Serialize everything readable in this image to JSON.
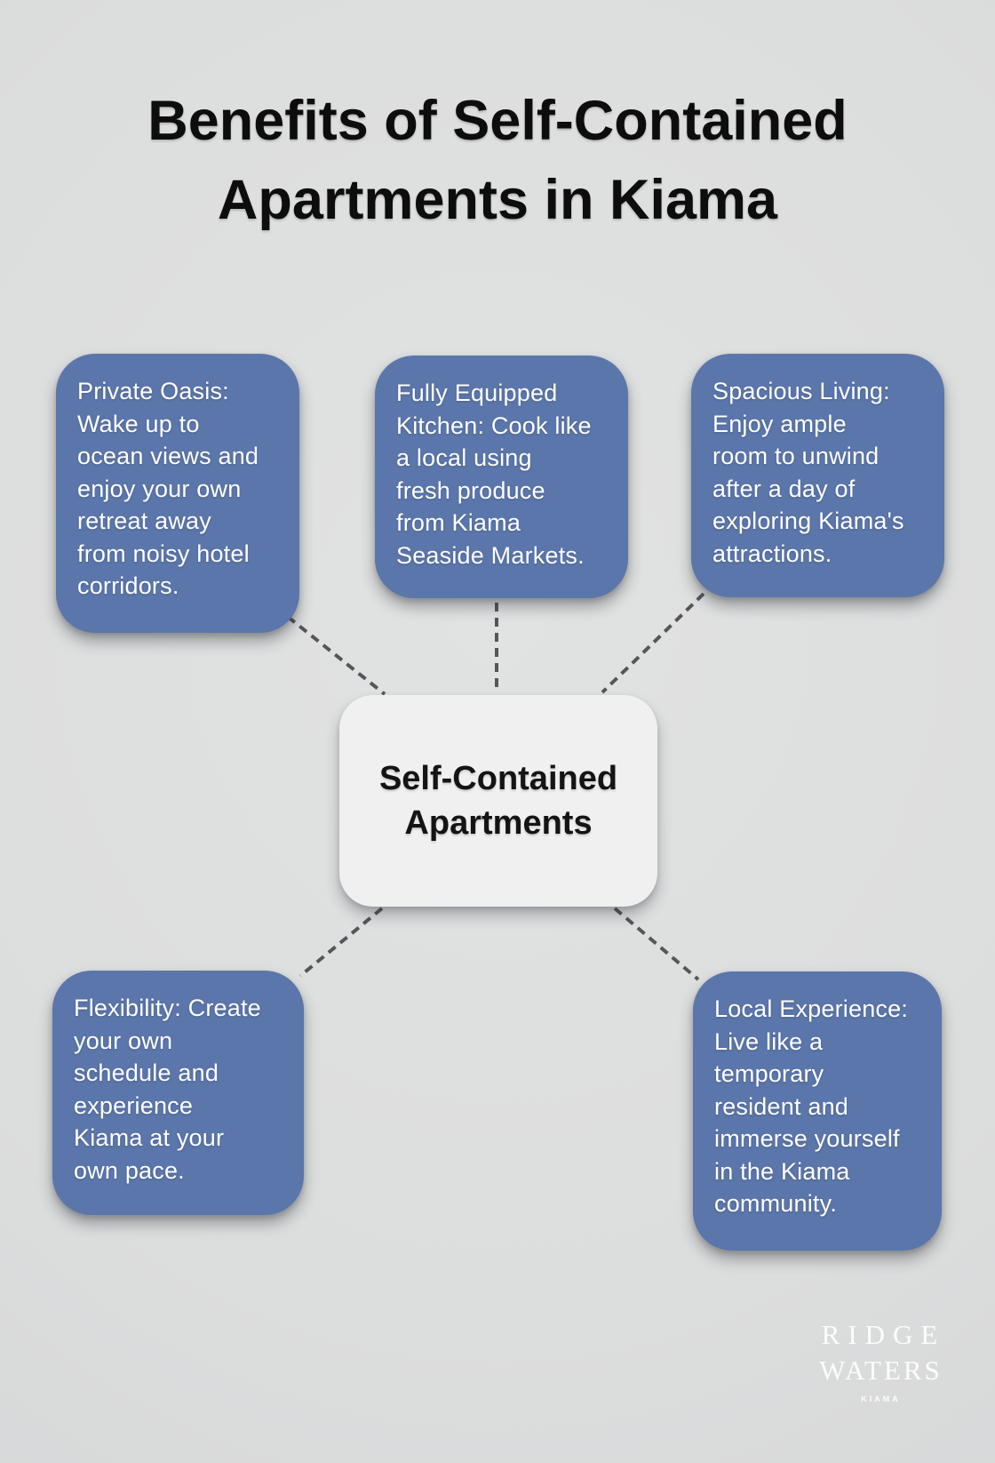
{
  "title": "Benefits of Self-Contained\nApartments in Kiama",
  "diagram": {
    "center": {
      "label": "Self-Contained\nApartments"
    },
    "nodes": [
      {
        "id": "private-oasis",
        "text": "Private Oasis:\nWake up to\nocean views and\nenjoy your own\nretreat away\nfrom noisy hotel\ncorridors."
      },
      {
        "id": "fully-equipped-kitchen",
        "text": "Fully Equipped\nKitchen: Cook like\na local using\nfresh produce\nfrom Kiama\nSeaside Markets."
      },
      {
        "id": "spacious-living",
        "text": "Spacious Living:\nEnjoy ample\nroom to unwind\nafter a day of\nexploring Kiama's\nattractions."
      },
      {
        "id": "flexibility",
        "text": "Flexibility: Create\nyour own\nschedule and\nexperience\nKiama at your\nown pace."
      },
      {
        "id": "local-experience",
        "text": "Local Experience:\nLive like a\ntemporary\nresident and\nimmerse yourself\nin the Kiama\ncommunity."
      }
    ],
    "colors": {
      "background": "#dcdddd",
      "node_fill": "#5b76aa",
      "node_text": "#ffffff",
      "center_fill": "#f0f0f1",
      "center_text": "#141414",
      "connector": "#55565a",
      "title_text": "#0d0d0d",
      "watermark_text": "#fcfcfc"
    }
  },
  "watermark": {
    "line1": "RIDGE",
    "line2": "WATERS",
    "line3": "KIAMA"
  }
}
